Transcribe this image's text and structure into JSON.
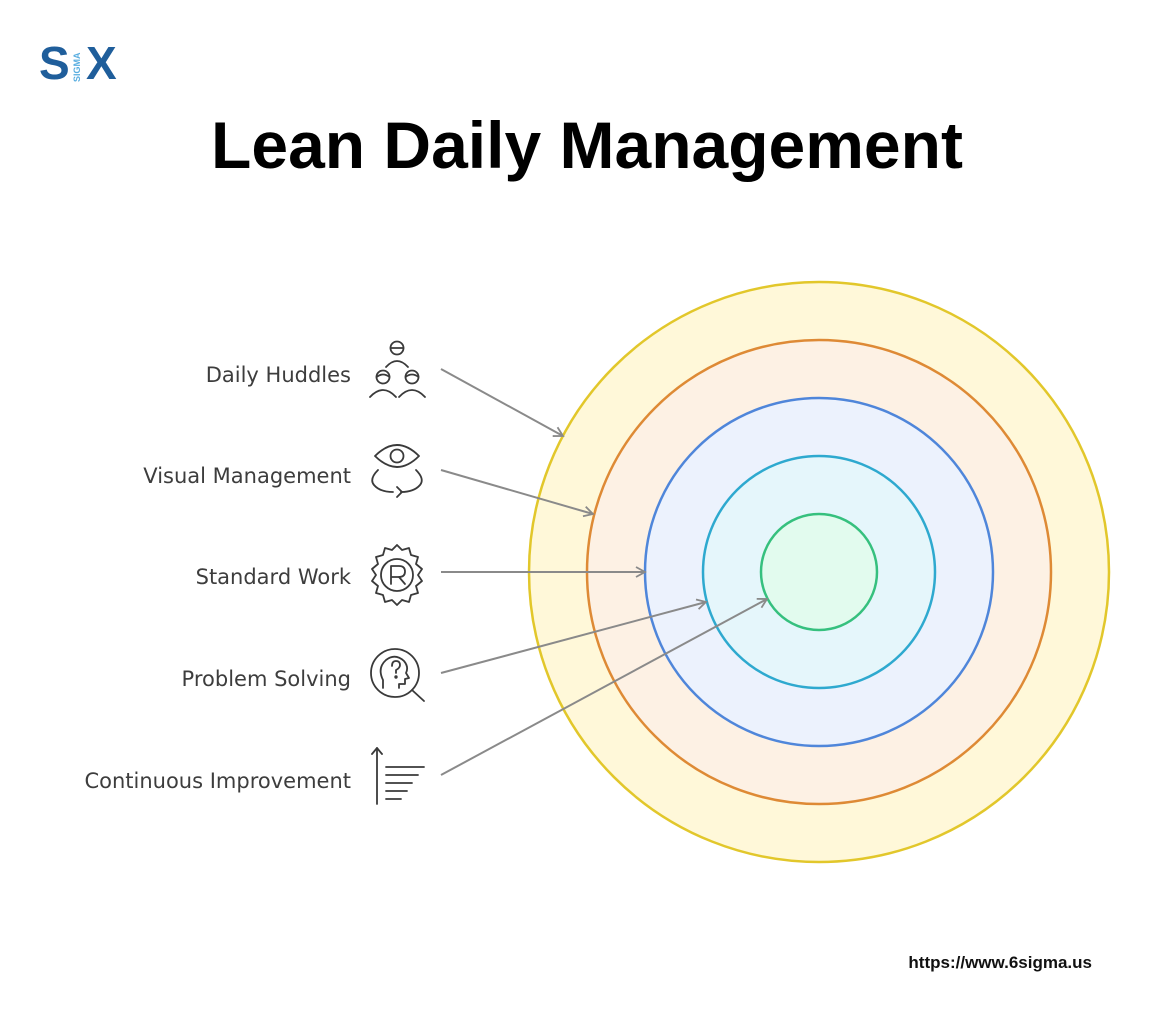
{
  "logo": {
    "letter_s": "S",
    "vertical_text": "SIGMA",
    "letter_x": "X",
    "color_dark": "#1f5e9b",
    "color_light": "#5aaee0"
  },
  "title": "Lean Daily Management",
  "items": [
    {
      "label": "Daily Huddles",
      "icon": "team-icon",
      "ring_color": "#e2c72b",
      "ring_fill": "#fff8d9"
    },
    {
      "label": "Visual Management",
      "icon": "eye-icon",
      "ring_color": "#de8a35",
      "ring_fill": "#fdf1e4"
    },
    {
      "label": "Standard Work",
      "icon": "registered-gear-icon",
      "ring_color": "#4f86da",
      "ring_fill": "#ecf2fd"
    },
    {
      "label": "Problem Solving",
      "icon": "head-question-icon",
      "ring_color": "#2ea9cf",
      "ring_fill": "#e5f6fb"
    },
    {
      "label": "Continuous Improvement",
      "icon": "arrow-up-list-icon",
      "ring_color": "#36c07e",
      "ring_fill": "#e2fbee"
    }
  ],
  "footer_url": "https://www.6sigma.us"
}
